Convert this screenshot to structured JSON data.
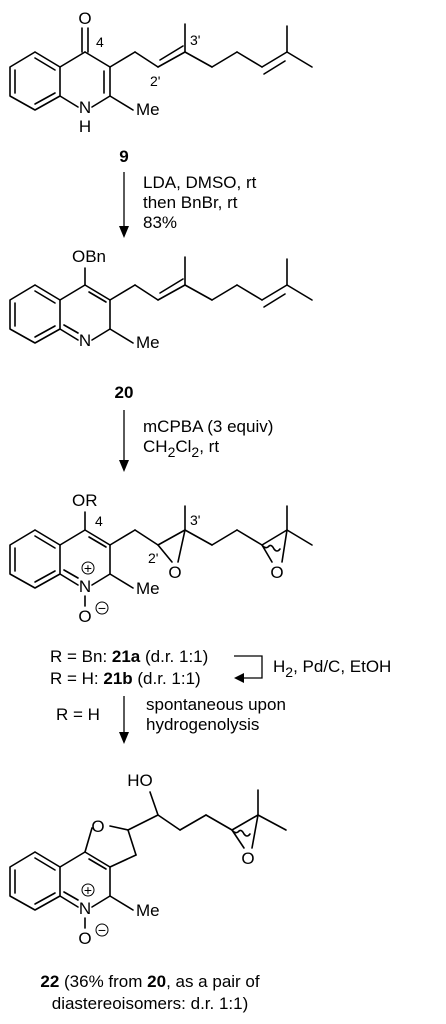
{
  "compound9": {
    "number": "9",
    "o": "O",
    "nh": "N",
    "h": "H",
    "me": "Me",
    "pos4": "4",
    "pos3p": "3'",
    "pos2p": "2'"
  },
  "step1": {
    "line1": "LDA, DMSO, rt",
    "line2": "then BnBr, rt",
    "line3": "83%"
  },
  "compound20": {
    "number": "20",
    "obn": "OBn",
    "n": "N",
    "me": "Me"
  },
  "step2": {
    "line1": "mCPBA (3 equiv)",
    "line2_prefix": "CH",
    "line2_sub1": "2",
    "line2_mid": "Cl",
    "line2_sub2": "2",
    "line2_suffix": ", rt"
  },
  "compound21": {
    "or": "OR",
    "pos4": "4",
    "pos3p": "3'",
    "pos2p": "2'",
    "n": "N",
    "plus": "+",
    "o_minus": "O",
    "minus": "−",
    "me": "Me",
    "epox_o1": "O",
    "epox_o2": "O"
  },
  "r_lines": {
    "a_prefix": "R = Bn: ",
    "a_bold": "21a",
    "a_suffix": " (d.r. 1:1)",
    "b_prefix": "R = H: ",
    "b_bold": "21b",
    "b_suffix": " (d.r. 1:1)",
    "reagent_prefix": "H",
    "reagent_sub": "2",
    "reagent_suffix": ", Pd/C, EtOH"
  },
  "step3": {
    "left": "R = H",
    "line1": "spontaneous upon",
    "line2": "hydrogenolysis"
  },
  "compound22": {
    "ho": "HO",
    "ring_o": "O",
    "epox_o": "O",
    "n": "N",
    "plus": "+",
    "o_minus": "O",
    "minus": "−",
    "me": "Me"
  },
  "caption22": {
    "number": "22",
    "mid": " (36% from ",
    "ref": "20",
    "end": ", as a pair of",
    "line2": "diastereoisomers: d.r. 1:1)"
  }
}
